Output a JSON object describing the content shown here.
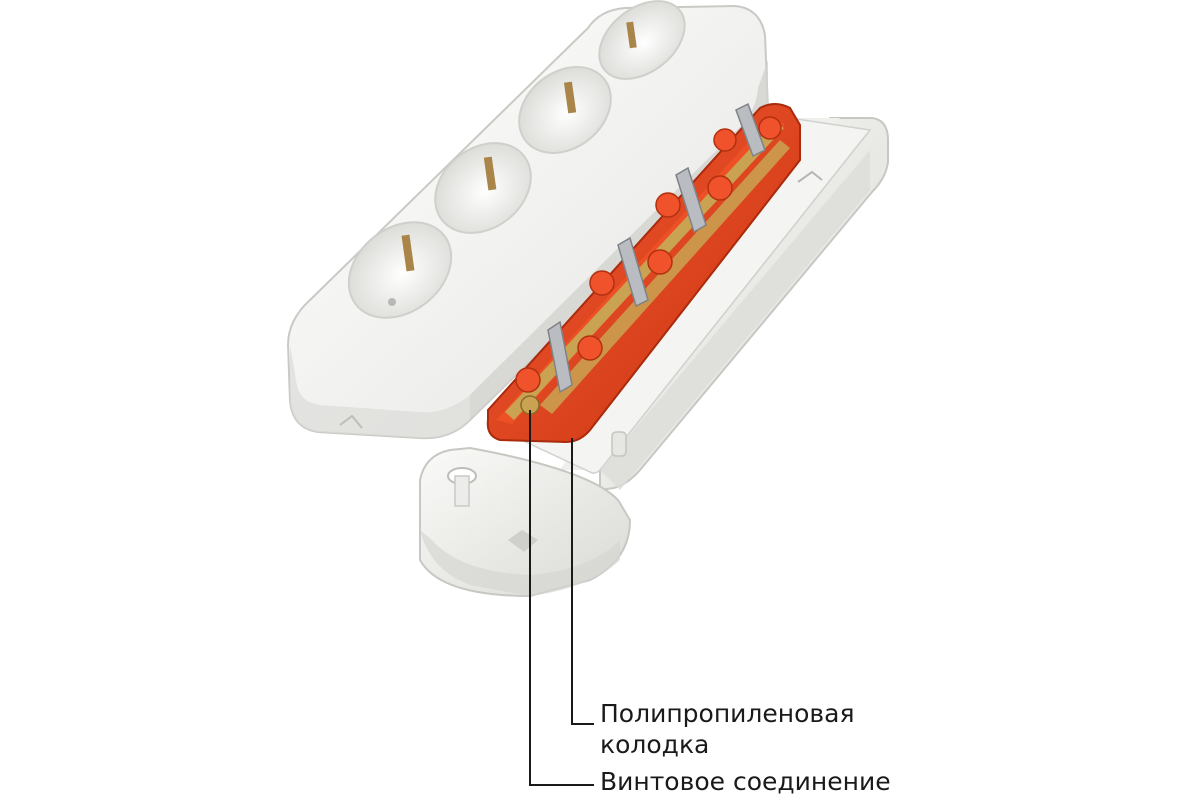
{
  "figure": {
    "subject": "exploded-power-strip",
    "socket_count": 4,
    "colors": {
      "housing": "#f3f3f1",
      "housing_shadow": "#d6d6d3",
      "socket_well": "#e9e9e6",
      "terminal_block": "#e8401c",
      "terminal_block_dark": "#c2310f",
      "busbar": "#c9a352",
      "contact_metal": "#b9bcc0",
      "leader_line": "#1a1a1a"
    }
  },
  "callouts": [
    {
      "name": "polypropylene-terminal-block",
      "line1": "Полипропиленовая",
      "line2": "колодка"
    },
    {
      "name": "screw-connection",
      "line1": "Винтовое соединение",
      "line2": ""
    }
  ]
}
